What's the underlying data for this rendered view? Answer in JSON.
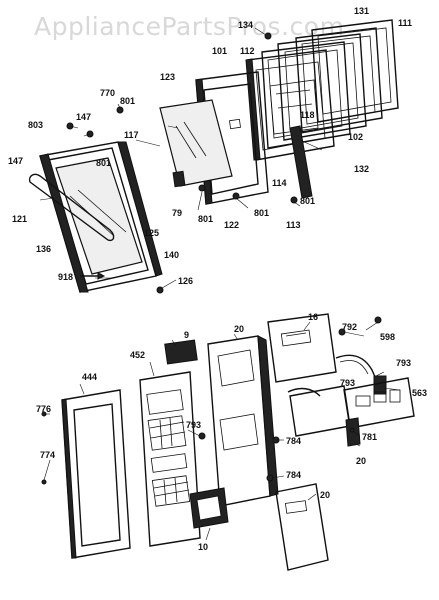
{
  "watermark": "AppliancePartsPros.com",
  "labels": {
    "l131": "131",
    "l111": "111",
    "l101": "101",
    "l112": "112",
    "l134": "134",
    "l770": "770",
    "l801a": "801",
    "l123": "123",
    "l118": "118",
    "l102": "102",
    "l803": "803",
    "l147a": "147",
    "l117": "117",
    "l147b": "147",
    "l801b": "801",
    "l132": "132",
    "l114": "114",
    "l801c": "801",
    "l79": "79",
    "l801d": "801",
    "l122": "122",
    "l801e": "801",
    "l113": "113",
    "l121": "121",
    "l125": "125",
    "l136": "136",
    "l140": "140",
    "l918": "918",
    "l126": "126",
    "l9": "9",
    "l20a": "20",
    "l16": "16",
    "l792": "792",
    "l598": "598",
    "l452": "452",
    "l793a": "793",
    "l793b": "793",
    "l563": "563",
    "l444": "444",
    "l776": "776",
    "l774": "774",
    "l793c": "793",
    "l784a": "784",
    "l781": "781",
    "l20b": "20",
    "l784b": "784",
    "l20c": "20",
    "l10": "10"
  }
}
